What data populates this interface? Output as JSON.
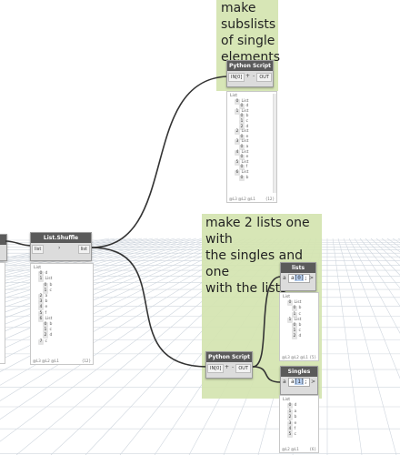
{
  "notes": {
    "subsists": "make\nsubslists\nof single\nelements",
    "two_lists": "make 2 lists one with\nthe singles and one\nwith the lists"
  },
  "nodes": {
    "shuffle": {
      "title": "List.Shuffle",
      "in_port": "list",
      "arrow": "›",
      "out_port": "list"
    },
    "python1": {
      "title": "Python Script",
      "in_port": "IN[0]",
      "plus": "+",
      "minus": "-",
      "out_port": "OUT"
    },
    "python2": {
      "title": "Python Script",
      "in_port": "IN[0]",
      "plus": "+",
      "minus": "-",
      "out_port": "OUT"
    },
    "lists": {
      "title": "lists",
      "pre": "a",
      "code_prefix": "a",
      "code_sel": "[0]",
      "code_suffix": ";",
      "arrow": ">"
    },
    "singles": {
      "title": "Singles",
      "pre": "a",
      "code_prefix": "a",
      "code_sel": "[1]",
      "code_suffix": ";",
      "arrow": ">"
    }
  },
  "previews": {
    "shuffle": {
      "lines": [
        {
          "d": 0,
          "t": "List"
        },
        {
          "d": 1,
          "i": "0",
          "t": "d"
        },
        {
          "d": 1,
          "i": "1",
          "t": "List"
        },
        {
          "d": 2,
          "i": "0",
          "t": "b"
        },
        {
          "d": 2,
          "i": "1",
          "t": "c"
        },
        {
          "d": 1,
          "i": "2",
          "t": "a"
        },
        {
          "d": 1,
          "i": "3",
          "t": "b"
        },
        {
          "d": 1,
          "i": "4",
          "t": "e"
        },
        {
          "d": 1,
          "i": "5",
          "t": "f"
        },
        {
          "d": 1,
          "i": "6",
          "t": "List"
        },
        {
          "d": 2,
          "i": "0",
          "t": "b"
        },
        {
          "d": 2,
          "i": "1",
          "t": "c"
        },
        {
          "d": 2,
          "i": "2",
          "t": "d"
        },
        {
          "d": 1,
          "i": "7",
          "t": "c"
        }
      ],
      "levels": "@L3 @L2 @L1",
      "count": "{12}"
    },
    "python1": {
      "lines": [
        {
          "d": 0,
          "t": "List"
        },
        {
          "d": 1,
          "i": "0",
          "t": "List"
        },
        {
          "d": 2,
          "i": "0",
          "t": "d"
        },
        {
          "d": 1,
          "i": "1",
          "t": "List"
        },
        {
          "d": 2,
          "i": "0",
          "t": "b"
        },
        {
          "d": 2,
          "i": "1",
          "t": "c"
        },
        {
          "d": 2,
          "i": "2",
          "t": "d"
        },
        {
          "d": 1,
          "i": "2",
          "t": "List"
        },
        {
          "d": 2,
          "i": "0",
          "t": "e"
        },
        {
          "d": 1,
          "i": "3",
          "t": "List"
        },
        {
          "d": 2,
          "i": "0",
          "t": "a"
        },
        {
          "d": 1,
          "i": "4",
          "t": "List"
        },
        {
          "d": 2,
          "i": "0",
          "t": "e"
        },
        {
          "d": 1,
          "i": "5",
          "t": "List"
        },
        {
          "d": 2,
          "i": "0",
          "t": "f"
        },
        {
          "d": 1,
          "i": "6",
          "t": "List"
        },
        {
          "d": 2,
          "i": "0",
          "t": "b"
        }
      ],
      "levels": "@L3 @L2 @L1",
      "count": "{12}"
    },
    "lists": {
      "lines": [
        {
          "d": 0,
          "t": "List"
        },
        {
          "d": 1,
          "i": "0",
          "t": "List"
        },
        {
          "d": 2,
          "i": "0",
          "t": "b"
        },
        {
          "d": 2,
          "i": "1",
          "t": "c"
        },
        {
          "d": 1,
          "i": "1",
          "t": "List"
        },
        {
          "d": 2,
          "i": "0",
          "t": "b"
        },
        {
          "d": 2,
          "i": "1",
          "t": "c"
        },
        {
          "d": 2,
          "i": "2",
          "t": "d"
        }
      ],
      "levels": "@L3 @L2 @L1",
      "count": "{5}"
    },
    "singles": {
      "lines": [
        {
          "d": 0,
          "t": "List"
        },
        {
          "d": 1,
          "i": "0",
          "t": "d"
        },
        {
          "d": 1,
          "i": "1",
          "t": "a"
        },
        {
          "d": 1,
          "i": "2",
          "t": "b"
        },
        {
          "d": 1,
          "i": "3",
          "t": "e"
        },
        {
          "d": 1,
          "i": "4",
          "t": "f"
        },
        {
          "d": 1,
          "i": "5",
          "t": "c"
        }
      ],
      "levels": "@L2 @L1",
      "count": "{6}"
    }
  },
  "colors": {
    "note": "#d4e4b0",
    "node_header": "#5a5a5a",
    "wire": "#333333",
    "grid": "#cfd6de"
  }
}
